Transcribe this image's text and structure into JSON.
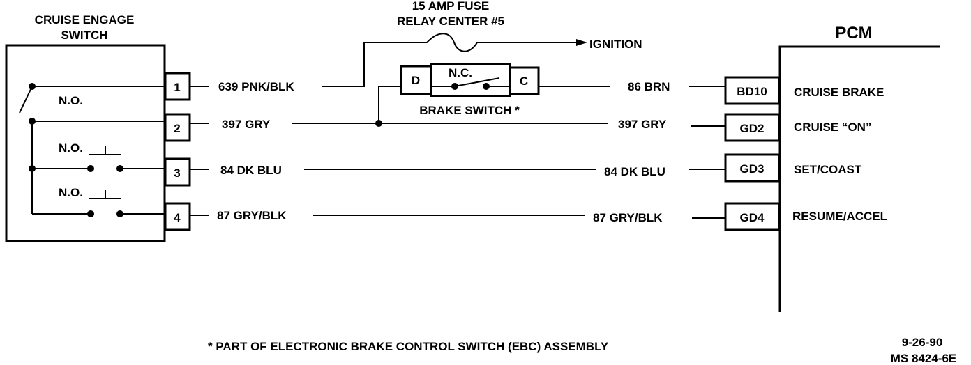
{
  "switch": {
    "title_line1": "CRUISE ENGAGE",
    "title_line2": "SWITCH",
    "contact_no_1": "N.O.",
    "contact_no_2": "N.O.",
    "contact_no_3": "N.O."
  },
  "fuse": {
    "line1": "15 AMP FUSE",
    "line2": "RELAY CENTER #5",
    "ignition": "IGNITION"
  },
  "brake_switch": {
    "terminal_d": "D",
    "terminal_c": "C",
    "contact": "N.C.",
    "label": "BRAKE SWITCH *"
  },
  "pins": [
    "1",
    "2",
    "3",
    "4"
  ],
  "wires": {
    "w1": "639 PNK/BLK",
    "w2_left": "397 GRY",
    "w2_right": "397 GRY",
    "w_brake": "86 BRN",
    "w3_left": "84 DK BLU",
    "w3_right": "84 DK BLU",
    "w4_left": "87 GRY/BLK",
    "w4_right": "87 GRY/BLK"
  },
  "pcm": {
    "title": "PCM",
    "connectors": [
      "BD10",
      "GD2",
      "GD3",
      "GD4"
    ],
    "functions": [
      "CRUISE BRAKE",
      "CRUISE “ON”",
      "SET/COAST",
      "RESUME/ACCEL"
    ]
  },
  "footnote": "* PART OF ELECTRONIC BRAKE CONTROL SWITCH (EBC) ASSEMBLY",
  "date": "9-26-90",
  "drawing_number": "MS 8424-6E"
}
